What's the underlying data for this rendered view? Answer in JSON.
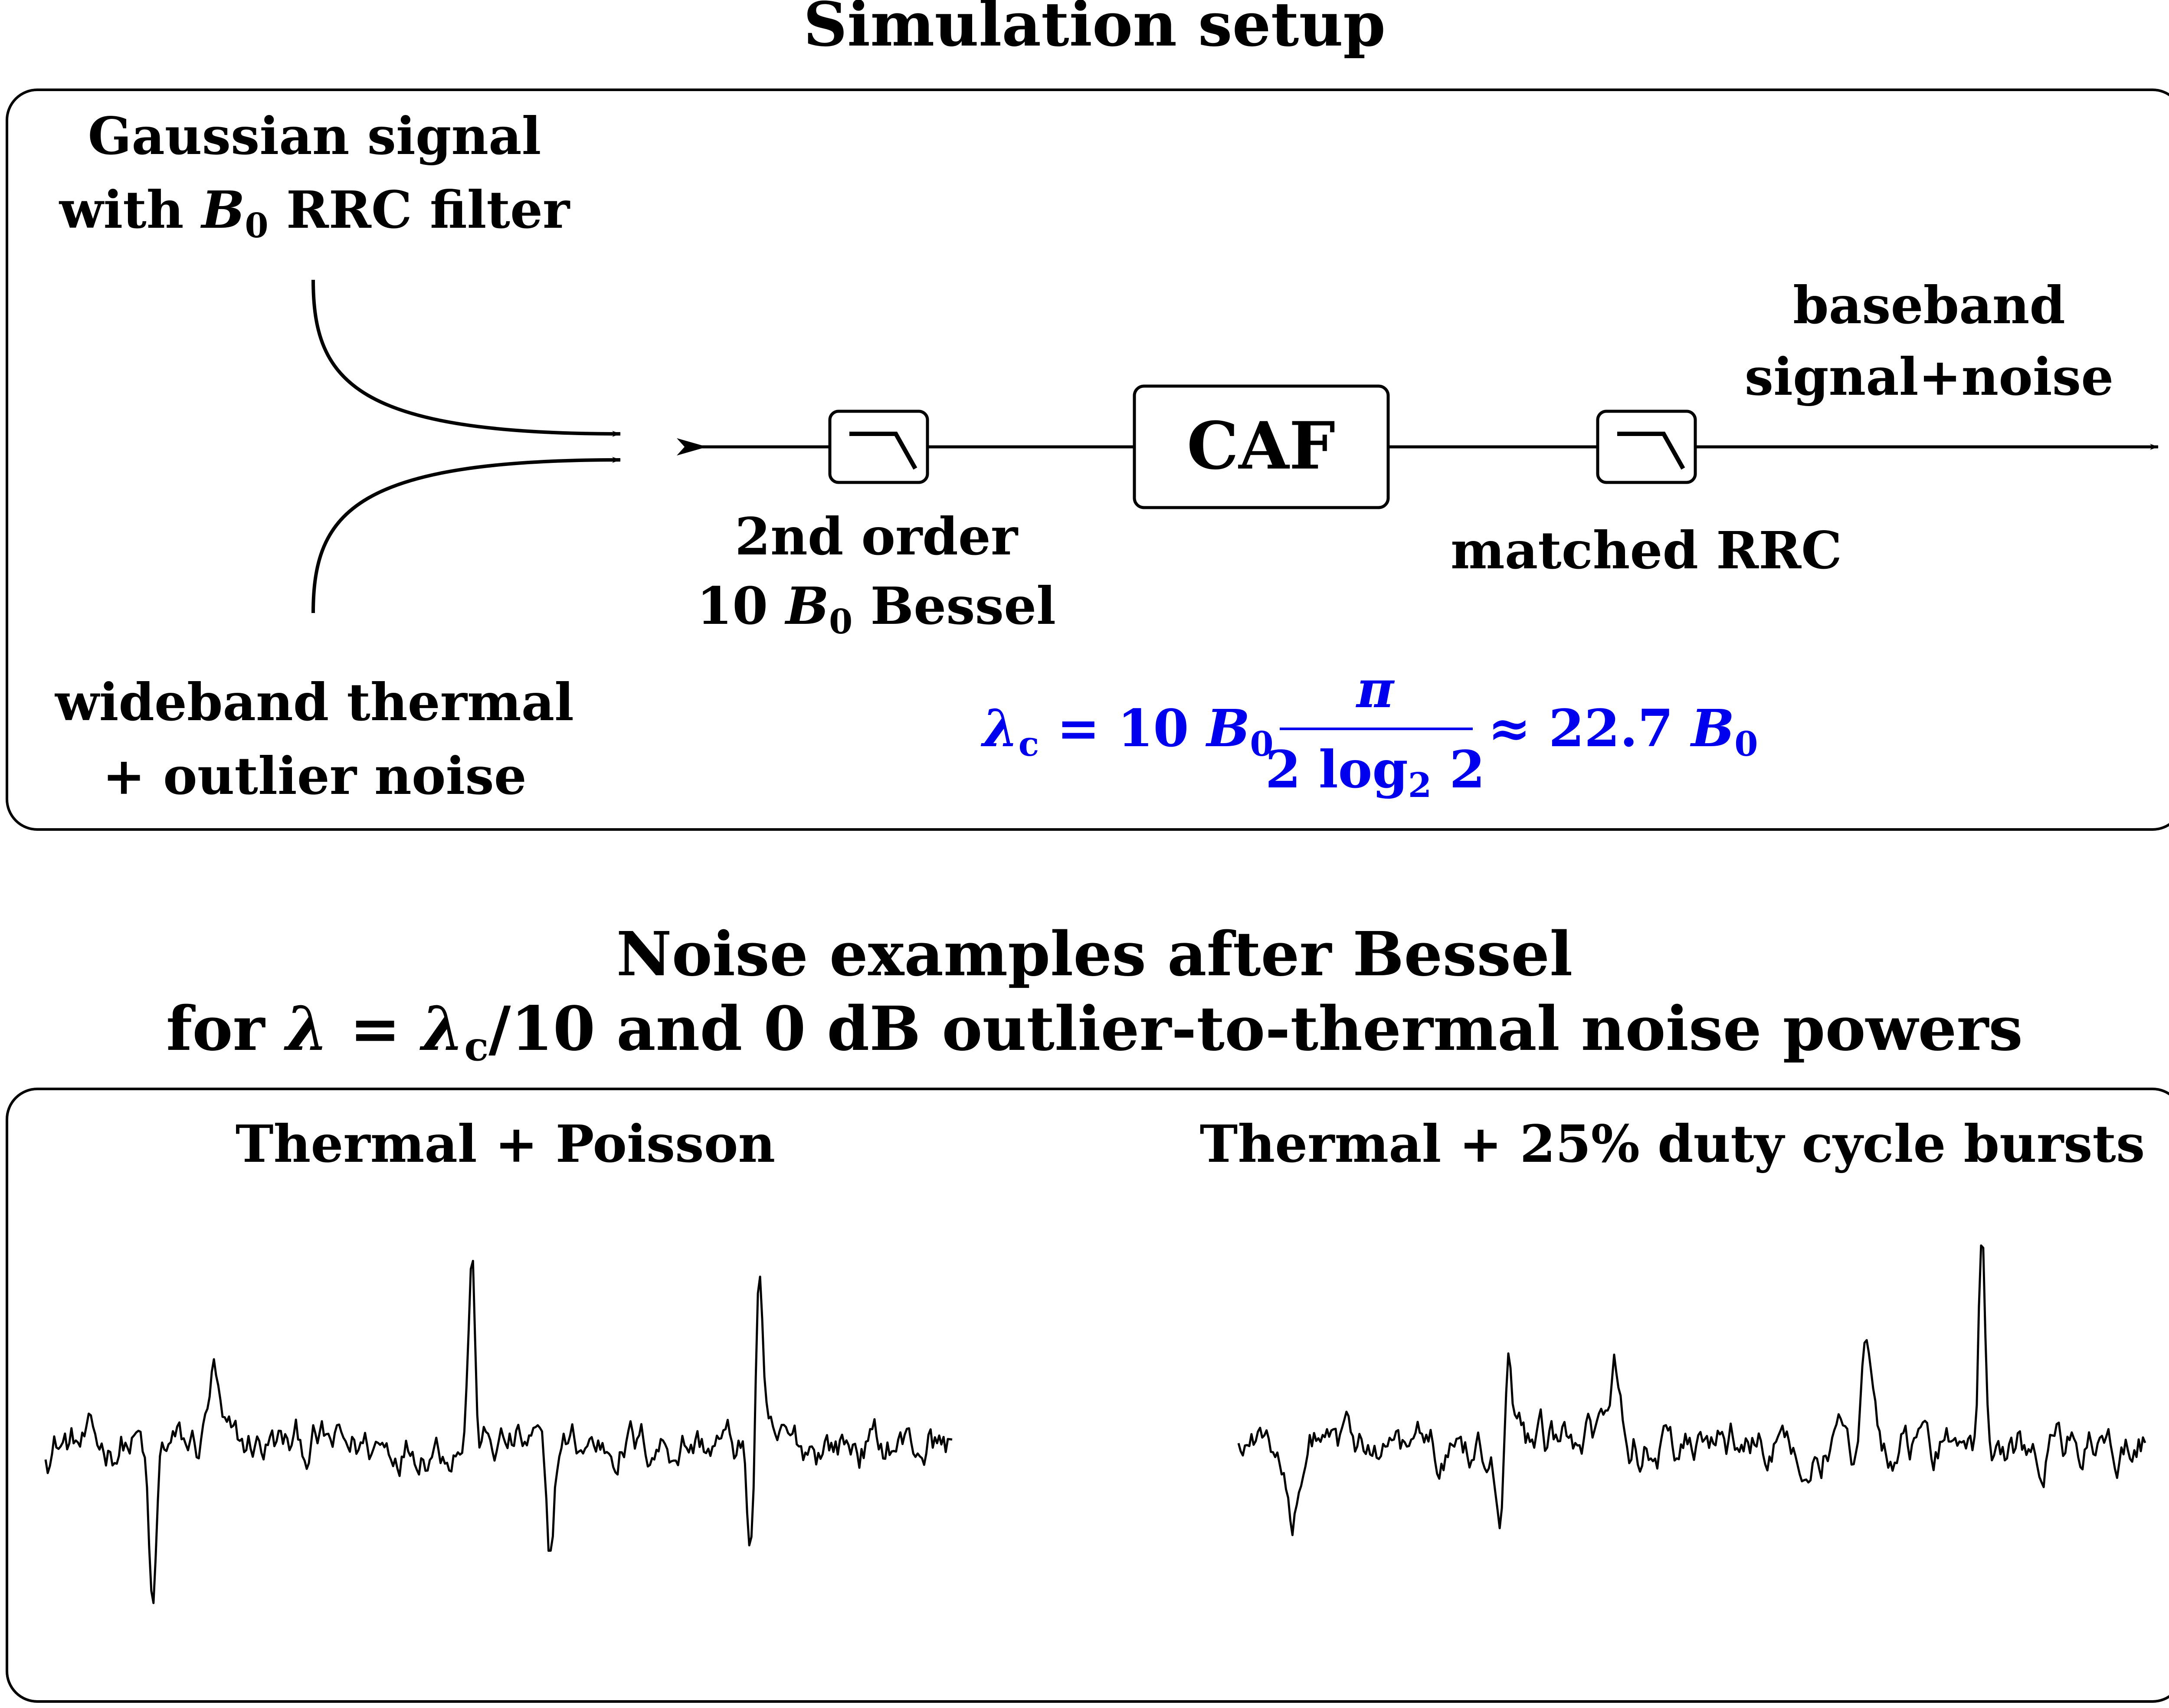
{
  "setup": {
    "title": "Simulation setup",
    "input_signal_line1": "Gaussian signal",
    "input_signal_line2_prefix": "with ",
    "input_signal_line2_var": "B",
    "input_signal_line2_sub": "0",
    "input_signal_line2_suffix": " RRC filter",
    "noise_line1": "wideband thermal",
    "noise_line2": "+ outlier noise",
    "output_line1": "baseband",
    "output_line2": "signal+noise",
    "bessel_line1": "2nd order",
    "bessel_line2_prefix": "10 ",
    "bessel_line2_var": "B",
    "bessel_line2_sub": "0",
    "bessel_line2_suffix": " Bessel",
    "caf_label": "CAF",
    "rrc_label": "matched RRC",
    "formula": {
      "lhs": "λ",
      "lhs_sub": "c",
      "eq": " = 10 ",
      "var": "B",
      "var_sub": "0",
      "numerator": "π",
      "denominator_prefix": "2 log",
      "denominator_sub": "2",
      "denominator_suffix": " 2",
      "approx": "≈ 22.7 ",
      "rhs_var": "B",
      "rhs_sub": "0",
      "color": "#0000ee"
    }
  },
  "examples": {
    "title_line1": "Noise examples after Bessel",
    "title_line2_prefix": "for ",
    "title_line2_lambda": "λ",
    "title_line2_eq": " = ",
    "title_line2_lambda_c": "λ",
    "title_line2_sub": "c",
    "title_line2_suffix": "/10 and 0 dB outlier-to-thermal noise powers",
    "left_label": "Thermal + Poisson",
    "right_label": "Thermal + 25% duty cycle bursts"
  }
}
